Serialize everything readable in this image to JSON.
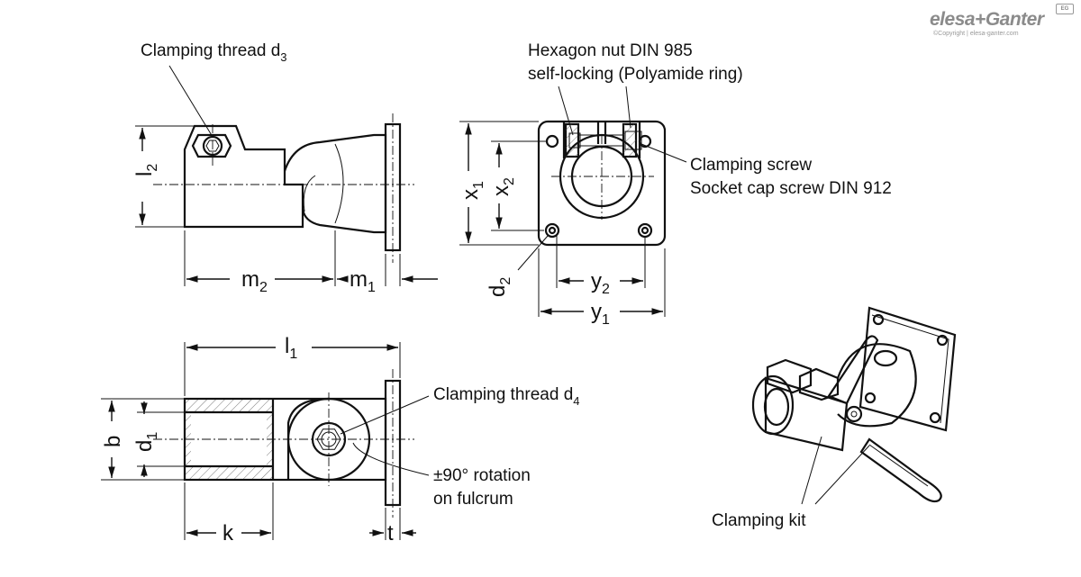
{
  "brand": {
    "logo": "elesa+Ganter",
    "copyright": "©Copyright | elesa-ganter.com",
    "badge": "EG"
  },
  "labels": {
    "clamping_thread_d3": "Clamping thread d",
    "d3_sub": "3",
    "hexagon_nut_line1": "Hexagon nut  DIN 985",
    "hexagon_nut_line2": "self-locking (Polyamide ring)",
    "clamping_screw_line1": "Clamping screw",
    "clamping_screw_line2": "Socket cap screw DIN 912",
    "clamping_thread_d4": "Clamping thread d",
    "d4_sub": "4",
    "rotation_line1": "±90° rotation",
    "rotation_line2": "on fulcrum",
    "clamping_kit": "Clamping kit"
  },
  "dimensions": {
    "l2": "l",
    "l2_sub": "2",
    "m2": "m",
    "m2_sub": "2",
    "m1": "m",
    "m1_sub": "1",
    "x1": "x",
    "x1_sub": "1",
    "x2": "x",
    "x2_sub": "2",
    "d2": "d",
    "d2_sub": "2",
    "y2": "y",
    "y2_sub": "2",
    "y1": "y",
    "y1_sub": "1",
    "l1": "l",
    "l1_sub": "1",
    "b": "b",
    "d1": "d",
    "d1_sub": "1",
    "k": "k",
    "t": "t"
  }
}
